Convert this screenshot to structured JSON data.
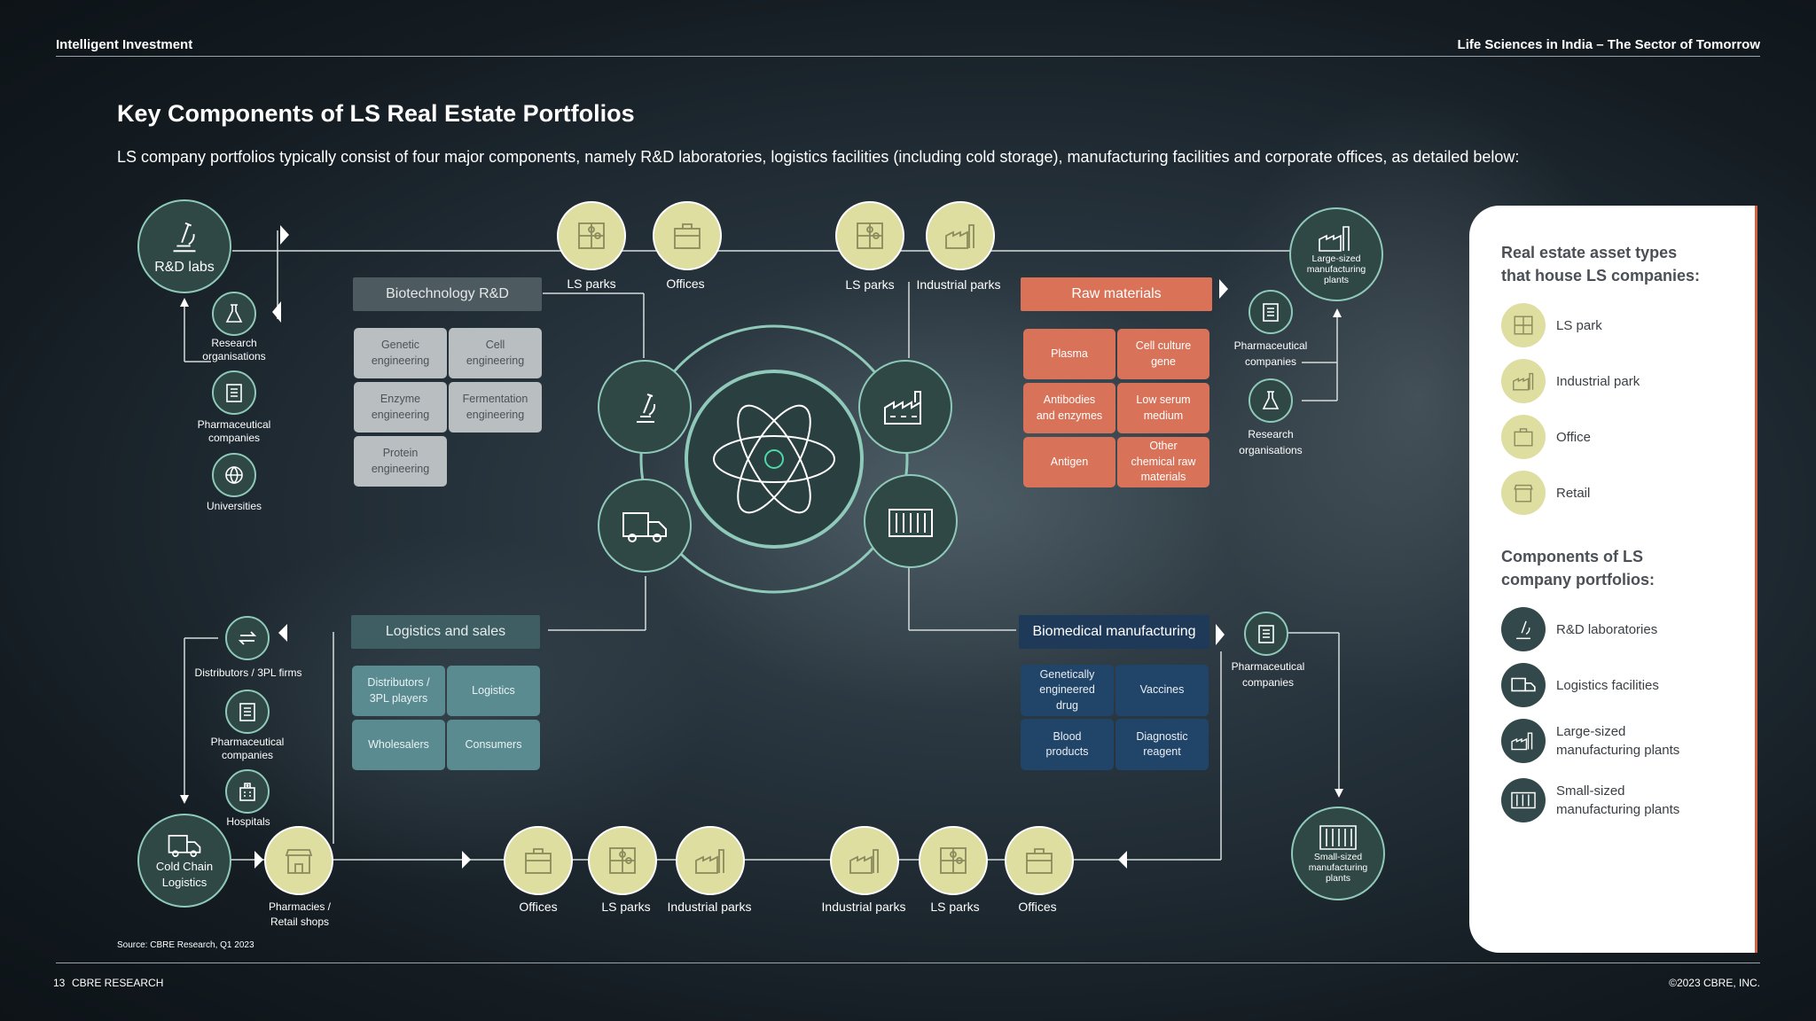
{
  "header": {
    "left": "Intelligent Investment",
    "right": "Life Sciences in India – The Sector of Tomorrow"
  },
  "title": "Key Components of LS Real Estate Portfolios",
  "subtitle": "LS company portfolios typically consist of four major components, namely R&D laboratories, logistics facilities (including cold storage), manufacturing facilities and corporate offices, as detailed below:",
  "source": "Source: CBRE Research, Q1 2023",
  "footer": {
    "page": "13",
    "brand": "CBRE RESEARCH",
    "copyright": "©2023 CBRE, INC."
  },
  "colors": {
    "dark_node": "#2f4845",
    "node_ring": "#8fc9b9",
    "asset_yellow": "#dedea0",
    "raw_orange": "#d97256",
    "biomed_navy": "#1f3a58",
    "logistics_teal": "#5a8b91"
  },
  "nodes": {
    "rd_labs": "R&D labs",
    "research_orgs_left": "Research\norganisations",
    "pharma_left": "Pharmaceutical\ncompanies",
    "universities": "Universities",
    "large_plants": "Large-sized\nmanufacturing\nplants",
    "pharma_right_top": "Pharmaceutical\ncompanies",
    "research_orgs_right": "Research\norganisations",
    "pharma_right_bottom": "Pharmaceutical\ncompanies",
    "small_plants": "Small-sized\nmanufacturing\nplants",
    "distributors": "Distributors / 3PL firms",
    "pharma_bottom_left": "Pharmaceutical\ncompanies",
    "hospitals": "Hospitals",
    "cold_chain": "Cold Chain\nLogistics",
    "pharmacies": "Pharmacies /\nRetail shops"
  },
  "asset_labels": {
    "top_ls_parks_1": "LS parks",
    "top_offices": "Offices",
    "top_ls_parks_2": "LS parks",
    "top_industrial": "Industrial parks",
    "bot_offices_1": "Offices",
    "bot_ls_parks_1": "LS parks",
    "bot_industrial_1": "Industrial parks",
    "bot_industrial_2": "Industrial parks",
    "bot_ls_parks_2": "LS parks",
    "bot_offices_2": "Offices"
  },
  "biotech": {
    "title": "Biotechnology R&D",
    "cells": [
      "Genetic\nengineering",
      "Cell\nengineering",
      "Enzyme\nengineering",
      "Fermentation\nengineering",
      "Protein\nengineering"
    ]
  },
  "raw": {
    "title": "Raw materials",
    "cells": [
      "Plasma",
      "Cell culture\ngene",
      "Antibodies\nand enzymes",
      "Low serum\nmedium",
      "Antigen",
      "Other\nchemical raw\nmaterials"
    ]
  },
  "logistics": {
    "title": "Logistics and sales",
    "cells": [
      "Distributors /\n3PL players",
      "Logistics",
      "Wholesalers",
      "Consumers"
    ]
  },
  "biomed": {
    "title": "Biomedical manufacturing",
    "cells": [
      "Genetically\nengineered\ndrug",
      "Vaccines",
      "Blood\nproducts",
      "Diagnostic\nreagent"
    ]
  },
  "panel": {
    "heading1": "Real estate asset types\nthat house LS companies:",
    "assets": [
      "LS park",
      "Industrial park",
      "Office",
      "Retail"
    ],
    "heading2": "Components of LS\ncompany portfolios:",
    "components": [
      "R&D laboratories",
      "Logistics facilities",
      "Large-sized\nmanufacturing plants",
      "Small-sized\nmanufacturing plants"
    ]
  }
}
